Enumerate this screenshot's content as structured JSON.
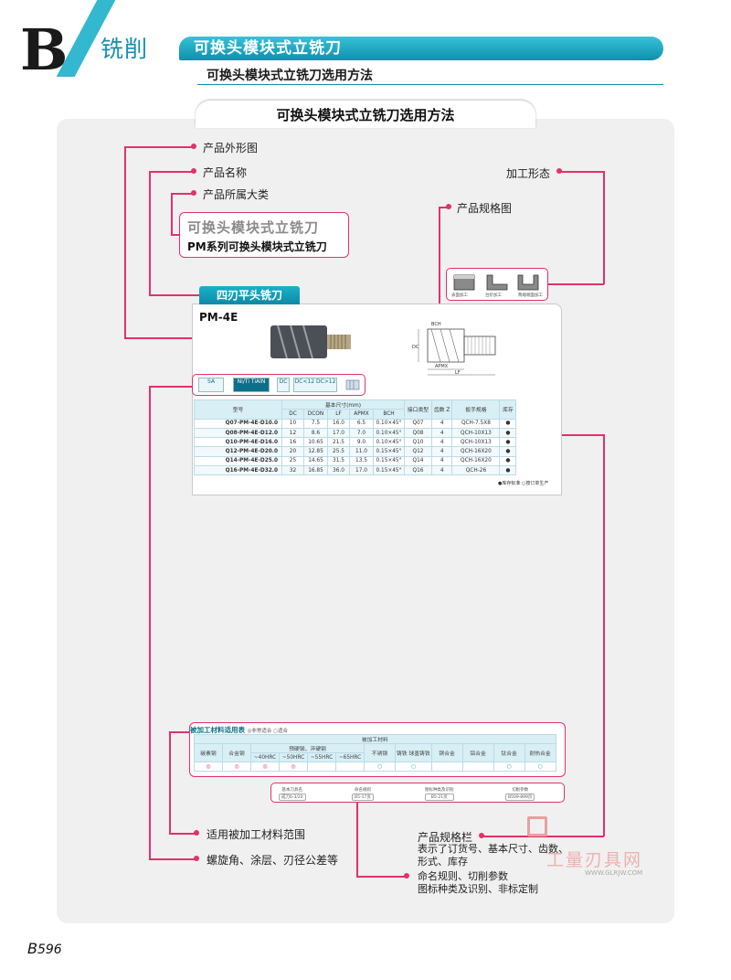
{
  "header": {
    "letter": "B",
    "category": "铣削",
    "title": "可换头模块式立铣刀",
    "subtitle": "可换头模块式立铣刀选用方法"
  },
  "panel": {
    "title": "可换头模块式立铣刀选用方法"
  },
  "annotations": {
    "shape": "产品外形图",
    "name": "产品名称",
    "category": "产品所属大类",
    "machining": "加工形态",
    "spec_drawing": "产品规格图",
    "material_range": "适用被加工材料范围",
    "helix": "螺旋角、涂层、刃径公差等",
    "spec_bar_title": "产品规格栏",
    "spec_bar_desc": "表示了订货号、基本尺寸、齿数、形式、库存",
    "naming": "命名规则、切削参数",
    "naming_desc": "图标种类及识别、非标定制"
  },
  "product": {
    "name_main": "可换头模块式立铣刀",
    "name_sub": "PM系列可换头模块式立铣刀",
    "category_tag": "四刃平头铣刀",
    "model": "PM-4E",
    "machining_labels": [
      "表面加工",
      "台阶加工",
      "两端端面加工"
    ],
    "drawing_labels": [
      "BCH",
      "DC",
      "APMX",
      "LF"
    ],
    "icons": [
      {
        "name": "cut-icon",
        "text": "SA"
      },
      {
        "name": "material-icon",
        "text": "Ni/Ti TiAlN"
      },
      {
        "name": "dc-icon",
        "text": "DC"
      },
      {
        "name": "tolerance-icon",
        "text": "DC<12 DC>12"
      }
    ]
  },
  "spec_table": {
    "header_group": "基本尺寸(mm)",
    "col_model": "型号",
    "col_connect": "接口类型",
    "col_teeth": "齿数 Z",
    "col_wrench": "扳手规格",
    "col_stock": "库存",
    "dims": [
      "DC",
      "DCON",
      "LF",
      "APMX",
      "BCH"
    ],
    "rows": [
      {
        "model": "Q07-PM-4E-D10.0",
        "dc": "10",
        "dcon": "7.5",
        "lf": "16.0",
        "apmx": "6.5",
        "bch": "0.10×45°",
        "conn": "Q07",
        "z": "4",
        "wrench": "QCH-7.5X8",
        "stock": "●"
      },
      {
        "model": "Q08-PM-4E-D12.0",
        "dc": "12",
        "dcon": "8.6",
        "lf": "17.0",
        "apmx": "7.0",
        "bch": "0.10×45°",
        "conn": "Q08",
        "z": "4",
        "wrench": "QCH-10X13",
        "stock": "●"
      },
      {
        "model": "Q10-PM-4E-D16.0",
        "dc": "16",
        "dcon": "10.65",
        "lf": "21.5",
        "apmx": "9.0",
        "bch": "0.10×45°",
        "conn": "Q10",
        "z": "4",
        "wrench": "QCH-10X13",
        "stock": "●"
      },
      {
        "model": "Q12-PM-4E-D20.0",
        "dc": "20",
        "dcon": "12.85",
        "lf": "25.5",
        "apmx": "11.0",
        "bch": "0.15×45°",
        "conn": "Q12",
        "z": "4",
        "wrench": "QCH-16X20",
        "stock": "●"
      },
      {
        "model": "Q14-PM-4E-D25.0",
        "dc": "25",
        "dcon": "14.65",
        "lf": "31.5",
        "apmx": "13.5",
        "bch": "0.15×45°",
        "conn": "Q14",
        "z": "4",
        "wrench": "QCH-16X20",
        "stock": "●"
      },
      {
        "model": "Q16-PM-4E-D32.0",
        "dc": "32",
        "dcon": "16.85",
        "lf": "36.0",
        "apmx": "17.0",
        "bch": "0.15×45°",
        "conn": "Q16",
        "z": "4",
        "wrench": "QCH-26",
        "stock": "●"
      }
    ],
    "legend": "●库存标准 ○按订单生产"
  },
  "material_table": {
    "title": "被加工材料适用表",
    "legend": "◎非常适合 ○适合",
    "group": "被加工材料",
    "cols": [
      "碳素钢",
      "合金钢",
      "~40HRC",
      "~50HRC",
      "~55HRC",
      "~65HRC",
      "不锈钢",
      "铸铁 球墨铸铁",
      "铜合金",
      "铝合金",
      "钛合金",
      "耐热合金"
    ],
    "hardened_label": "预硬钢、淬硬钢",
    "marks": [
      "◎",
      "◎",
      "◎",
      "◎",
      "",
      "",
      "○",
      "○",
      "",
      "",
      "○",
      "○"
    ]
  },
  "params": [
    {
      "title": "基本刀具名",
      "value": "成刀6-3/20"
    },
    {
      "title": "命名规则",
      "value": "B5-17页"
    },
    {
      "title": "图标种类及识别",
      "value": "B5-21页"
    },
    {
      "title": "切削参数",
      "value": "B509-899页"
    }
  ],
  "watermark": {
    "text": "工量刃具网",
    "url": "WWW.GLRJW.COM"
  },
  "page": {
    "prefix": "B",
    "number": "596"
  }
}
